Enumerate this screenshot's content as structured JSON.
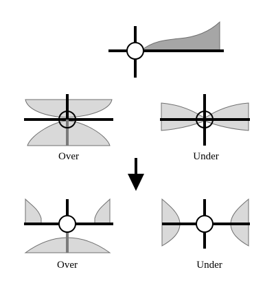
{
  "colors": {
    "fill_light": "#d9d9d9",
    "fill_medium": "#c2c2c2",
    "fill_dark": "#a6a6a6",
    "outline": "#6e6e6e",
    "line": "#000000",
    "vertical_gray": "#7a7a7a"
  },
  "labels": {
    "top_left": "Over",
    "top_right": "Under",
    "bottom_left": "Over",
    "bottom_right": "Under"
  },
  "icons": {
    "arrow": "down-arrow-icon"
  }
}
